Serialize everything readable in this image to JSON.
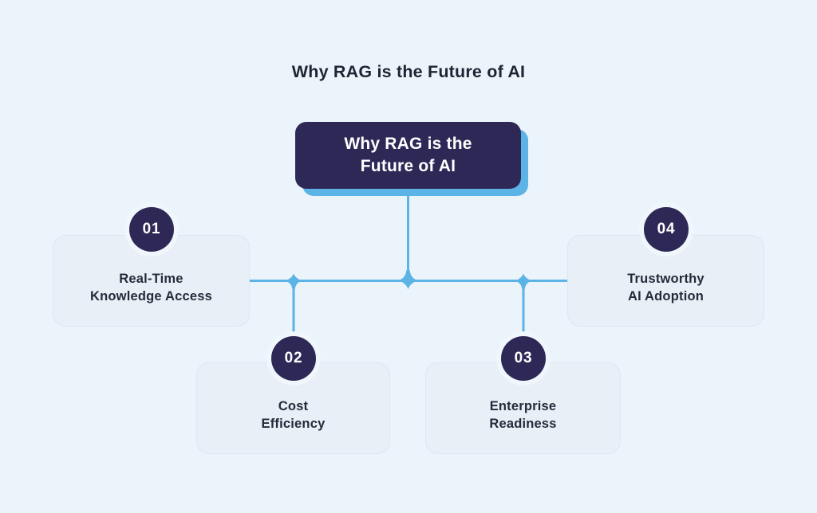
{
  "page": {
    "title": "Why RAG is the Future of AI"
  },
  "diagram": {
    "root": {
      "lines": [
        "Why RAG is the",
        "Future of AI"
      ]
    },
    "nodes": [
      {
        "number": "01",
        "lines": [
          "Real-Time",
          "Knowledge Access"
        ]
      },
      {
        "number": "02",
        "lines": [
          "Cost",
          "Efficiency"
        ]
      },
      {
        "number": "03",
        "lines": [
          "Enterprise",
          "Readiness"
        ]
      },
      {
        "number": "04",
        "lines": [
          "Trustworthy",
          "AI Adoption"
        ]
      }
    ],
    "colors": {
      "navy": "#2E2857",
      "connector": "#5BB3E6",
      "card_bg": "#E8EFF6",
      "card_border": "#DCE7F2",
      "halo": "#EFF6FC",
      "background": "#ECF4FB",
      "text_dark": "#252B3A",
      "title_text": "#1D2433",
      "node_text_light": "#FFFFFF"
    }
  }
}
